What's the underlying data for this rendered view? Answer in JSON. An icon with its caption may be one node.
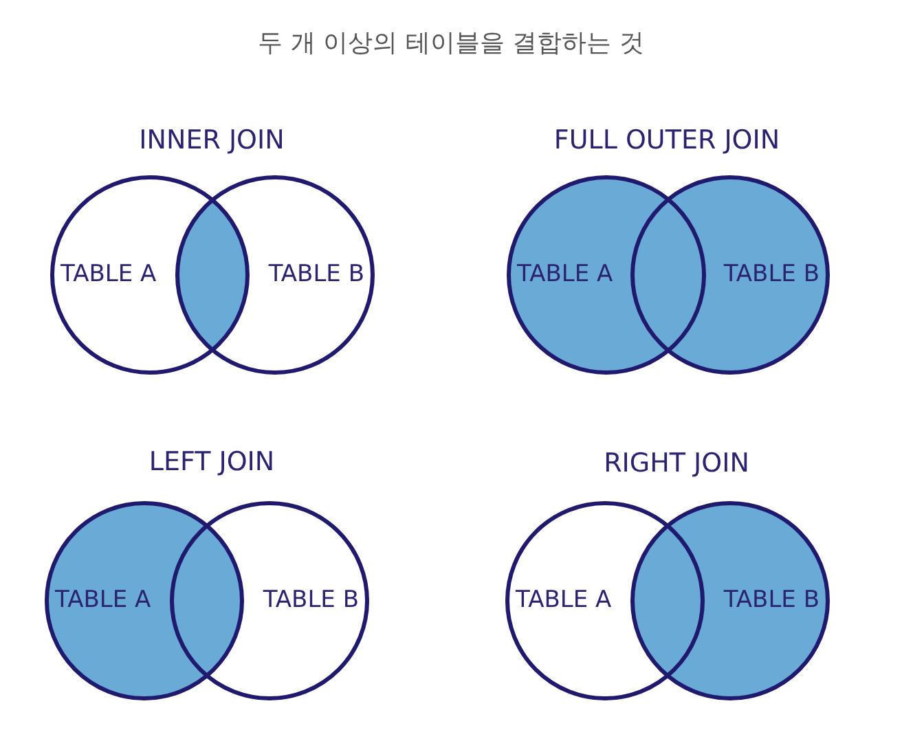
{
  "diagram": {
    "title": "두 개 이상의 테이블을 결합하는 것",
    "nodes": [
      {
        "text": [
          "TABLE A"
        ]
      },
      {
        "text": [
          "TABLE B"
        ]
      },
      {
        "text": [
          "TABLE A"
        ]
      },
      {
        "text": [
          "TABLE B"
        ]
      },
      {
        "text": [
          "TABLE A"
        ]
      },
      {
        "text": [
          "TABLE B"
        ]
      },
      {
        "text": [
          "TABLE A"
        ]
      },
      {
        "text": [
          "TABLE B"
        ]
      }
    ],
    "labels": [
      "INNER JOIN",
      "FULL OUTER JOIN",
      "LEFT JOIN",
      "RIGHT JOIN"
    ]
  }
}
